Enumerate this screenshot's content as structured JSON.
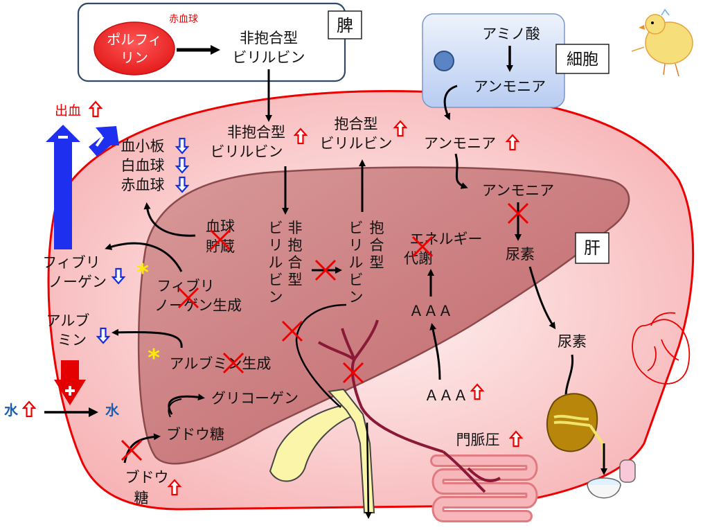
{
  "spleen": {
    "box_label": "脾",
    "rbc_label": "赤血球",
    "porphyrin": [
      "ポルフィ",
      "リン"
    ],
    "unconj_bilirubin": [
      "非抱合型",
      "ビリルビン"
    ]
  },
  "cell": {
    "box_label": "細胞",
    "amino_acid": "アミノ酸",
    "ammonia": "アンモニア"
  },
  "liver_label": "肝",
  "top_labels": {
    "unconj_bilirubin": [
      "非抱合型",
      "ビリルビン"
    ],
    "conj_bilirubin": [
      "抱合型",
      "ビリルビン"
    ],
    "ammonia": "アンモニア"
  },
  "inside_liver": {
    "ammonia": "アンモニア",
    "urea": "尿素",
    "blood_cell_storage": [
      "血球",
      "貯蔵"
    ],
    "unconj_bilirubin_vertical": [
      "非",
      "抱",
      "合",
      "型",
      "ビ",
      "リ",
      "ル",
      "ビ",
      "ン"
    ],
    "conj_bilirubin_vertical": [
      "抱",
      "合",
      "型",
      "ビ",
      "リ",
      "ル",
      "ビ",
      "ン"
    ],
    "energy_metabolism": [
      "エネルギー",
      "代謝"
    ],
    "aaa_liver": "ＡＡＡ",
    "fibrinogen_production": [
      "フィブリ",
      "ノーゲン生成"
    ],
    "albumin_production": "アルブミン生成",
    "glycogen": "グリコーゲン",
    "glucose": "ブドウ糖"
  },
  "outside": {
    "bleeding": "出血",
    "blood_cells": [
      "血小板",
      "白血球",
      "赤血球"
    ],
    "fibrinogen": [
      "フィブリ",
      "ノーゲン"
    ],
    "albumin": [
      "アルブ",
      "ミン"
    ],
    "water_left": "水",
    "water_right": "水",
    "glucose": [
      "ブドウ",
      "糖"
    ],
    "aaa_blood": "ＡＡＡ",
    "portal_pressure": "門脈圧",
    "urea_blood": "尿素"
  }
}
